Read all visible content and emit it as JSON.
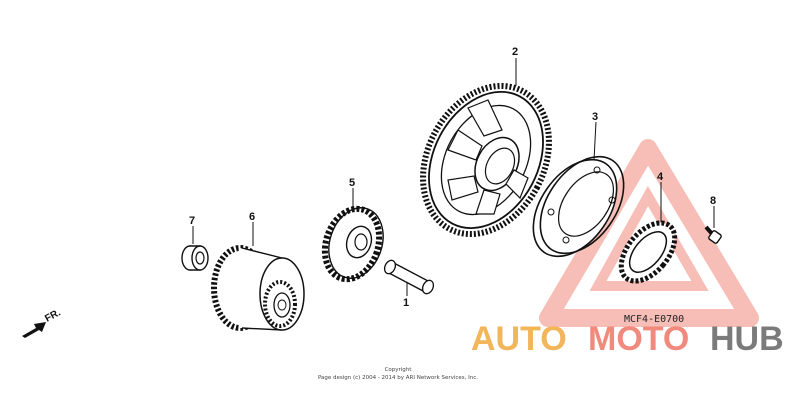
{
  "callouts": {
    "p1": "1",
    "p2": "2",
    "p3": "3",
    "p4": "4",
    "p5": "5",
    "p6": "6",
    "p7": "7",
    "p8": "8"
  },
  "direction_label": "FR.",
  "diagram_code": "MCF4-E0700",
  "copyright": {
    "line1": "Copyright",
    "line2": "Page design (c) 2004 - 2014 by ARI Network Services, Inc."
  },
  "watermark": {
    "part1": "AUTO",
    "part2": "MOTO",
    "part3": "HUB",
    "colors": {
      "orange": "#f3b55a",
      "red": "#f08a7c",
      "gray": "#7b7b7b"
    }
  }
}
